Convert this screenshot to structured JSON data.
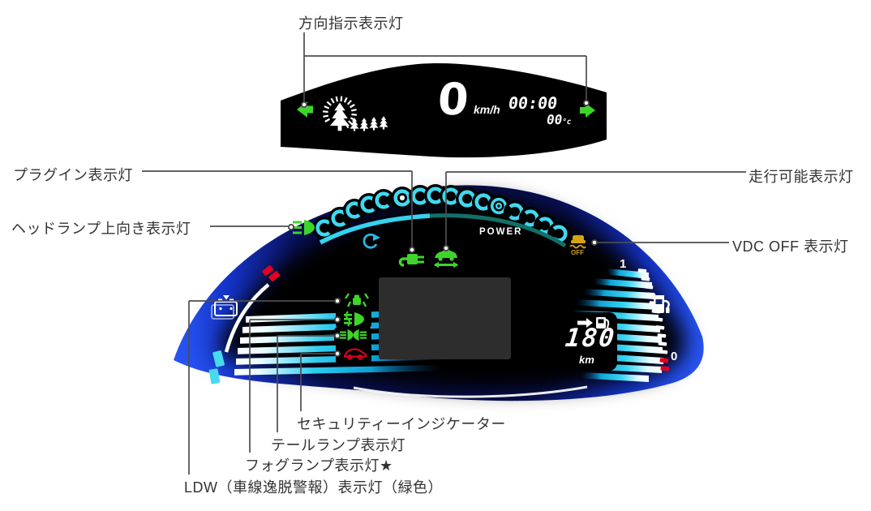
{
  "colors": {
    "cluster_blue": "#2450ee",
    "ring_cyan": "#3fd8f0",
    "arc_teal": "#11706a",
    "indicator_green": "#3fd42a",
    "warning_red": "#e40020",
    "vdc_amber": "#d2a416",
    "label_gray": "#333333",
    "display_white": "#ffffff"
  },
  "top_display": {
    "speed_value": "0",
    "speed_unit": "km/h",
    "clock": "00:00",
    "temp_value": "00",
    "temp_unit": "°c"
  },
  "cluster": {
    "power_label": "POWER",
    "vdc_off_text": "OFF",
    "fuel_gauge_top": "1",
    "fuel_gauge_bottom": "0",
    "range_value": "180",
    "range_unit": "km"
  },
  "callouts": {
    "turn_signal": "方向指示表示灯",
    "plug_in": "プラグイン表示灯",
    "headlamp_high": "ヘッドランプ上向き表示灯",
    "ready": "走行可能表示灯",
    "vdc_off": "VDC OFF 表示灯",
    "security": "セキュリティーインジケーター",
    "tail_lamp": "テールランプ表示灯",
    "fog_lamp": "フォグランプ表示灯★",
    "ldw": "LDW（車線逸脱警報）表示灯（緑色）"
  },
  "icons": {
    "turn_left": "left-turn-arrow",
    "turn_right": "right-turn-arrow",
    "eco_tree_gauge": "eco-tree-gauge",
    "plug_in": "charging-plug",
    "ready": "car-with-double-arrow",
    "headlamp_high": "high-beam-lamp",
    "vdc_off": "car-skid-off",
    "ldw": "lane-departure-car",
    "fog_lamp": "fog-lamp",
    "tail_lamp": "tail-lamp",
    "security": "car-outline",
    "battery": "12v-battery-charge",
    "fuel_pump": "fuel-pump",
    "range_to_empty": "arrow-to-pump",
    "regen": "regeneration-arrows"
  }
}
